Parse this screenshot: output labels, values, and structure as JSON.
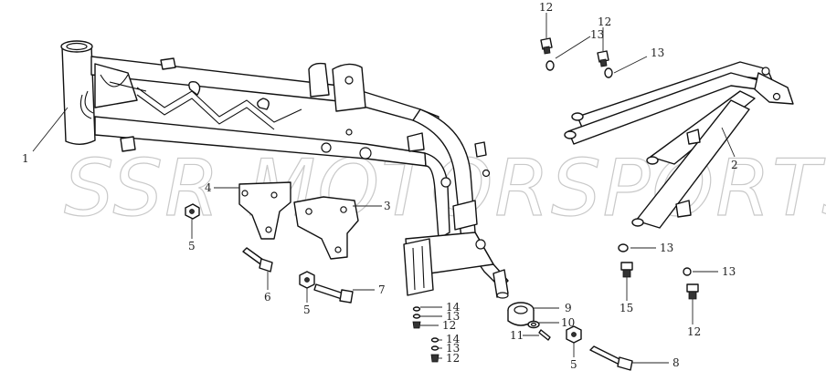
{
  "watermark": "SSR MOTORSPORTS",
  "callouts": [
    {
      "id": "c1",
      "label": "1"
    },
    {
      "id": "c2",
      "label": "2"
    },
    {
      "id": "c3",
      "label": "3"
    },
    {
      "id": "c4",
      "label": "4"
    },
    {
      "id": "c5a",
      "label": "5"
    },
    {
      "id": "c5b",
      "label": "5"
    },
    {
      "id": "c5c",
      "label": "5"
    },
    {
      "id": "c6",
      "label": "6"
    },
    {
      "id": "c7",
      "label": "7"
    },
    {
      "id": "c8",
      "label": "8"
    },
    {
      "id": "c9",
      "label": "9"
    },
    {
      "id": "c10",
      "label": "10"
    },
    {
      "id": "c11",
      "label": "11"
    },
    {
      "id": "c12a",
      "label": "12"
    },
    {
      "id": "c12b",
      "label": "12"
    },
    {
      "id": "c12c",
      "label": "12"
    },
    {
      "id": "c12d",
      "label": "12"
    },
    {
      "id": "c12e",
      "label": "12"
    },
    {
      "id": "c13a",
      "label": "13"
    },
    {
      "id": "c13b",
      "label": "13"
    },
    {
      "id": "c13c",
      "label": "13"
    },
    {
      "id": "c13d",
      "label": "13"
    },
    {
      "id": "c13e",
      "label": "13"
    },
    {
      "id": "c13f",
      "label": "13"
    },
    {
      "id": "c14a",
      "label": "14"
    },
    {
      "id": "c14b",
      "label": "14"
    },
    {
      "id": "c15",
      "label": "15"
    }
  ]
}
